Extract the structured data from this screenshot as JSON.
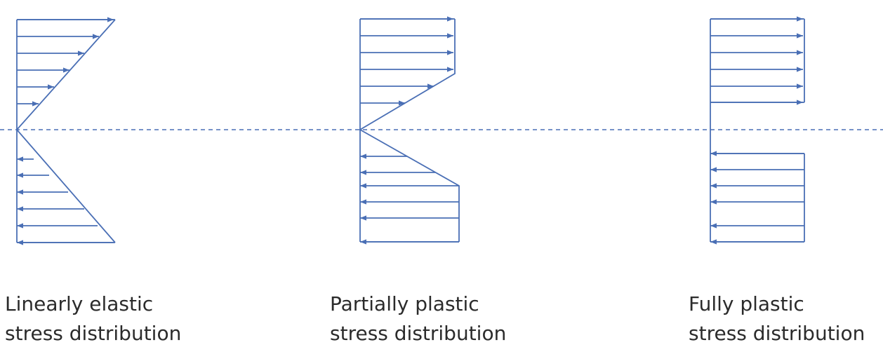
{
  "colors": {
    "line": "#4a6fb5",
    "text": "#2b2b2b",
    "background": "#ffffff"
  },
  "diagrams": [
    {
      "id": "linearly-elastic",
      "line1": "Linearly elastic",
      "line2": "stress distribution"
    },
    {
      "id": "partially-plastic",
      "line1": "Partially plastic",
      "line2": "stress distribution"
    },
    {
      "id": "fully-plastic",
      "line1": "Fully plastic",
      "line2": "stress distribution"
    }
  ]
}
